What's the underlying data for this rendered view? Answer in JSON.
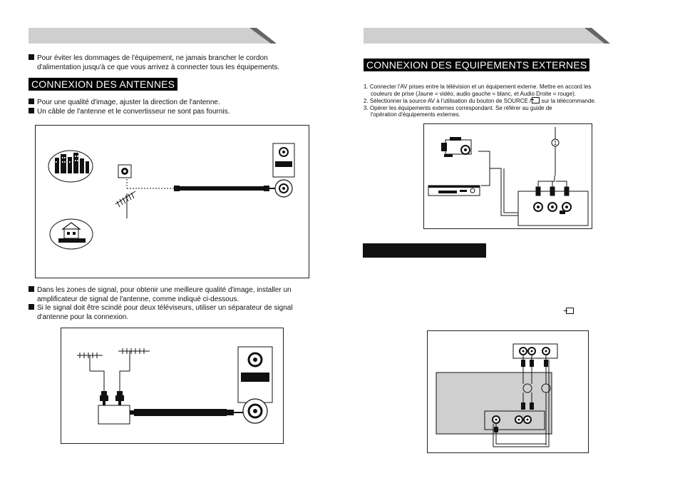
{
  "left_page": {
    "warning": {
      "line1": "Pour éviter les dommages de l'équipement, ne jamais brancher le cordon",
      "line2": "d'alimentation jusqu'à ce que vous arrivez à connecter tous les équipements."
    },
    "antenna_title": "CONNEXION DES ANTENNES",
    "antenna_notes": [
      "Pour une qualité d'image, ajuster la direction de l'antenne.",
      "Un câble de l'antenne et le convertisseur ne sont pas fournis."
    ],
    "signal_notes": {
      "note1_line1": "Dans les zones de signal, pour obtenir une meilleure qualité d'image, installer un",
      "note1_line2": "amplificateur de signal de l'antenne, comme indiqué ci-dessous.",
      "note2_line1": "Si le signal doit être scindé pour deux téléviseurs, utiliser un séparateur de signal",
      "note2_line2": "d'antenne pour la connexion."
    }
  },
  "right_page": {
    "external_title": "CONNEXION DES EQUIPEMENTS EXTERNES",
    "steps": {
      "s1_line1": "1. Connecter l'AV prises entre la télévision et un équipement externe.   Mettre en accord les",
      "s1_line2": "couleurs de prise  (Jaune = vidéo, audio gauche = blanc, et Audio Droite = rouge).",
      "s2_line1": "2. Sélectionner la source AV à l'utilisation du bouton  de SOURCE /",
      "s2_after_icon": " sur la télécommande.",
      "s3_line1": "3. Opérer les équipements externes correspondant. Se référer au guide de",
      "s3_line2": "l'opération d'équipements externes."
    },
    "callout_number": "1"
  },
  "icons": {
    "input_source": "input-source-icon"
  },
  "colors": {
    "header_bar": "#c9c9c9",
    "ink": "#111111"
  }
}
